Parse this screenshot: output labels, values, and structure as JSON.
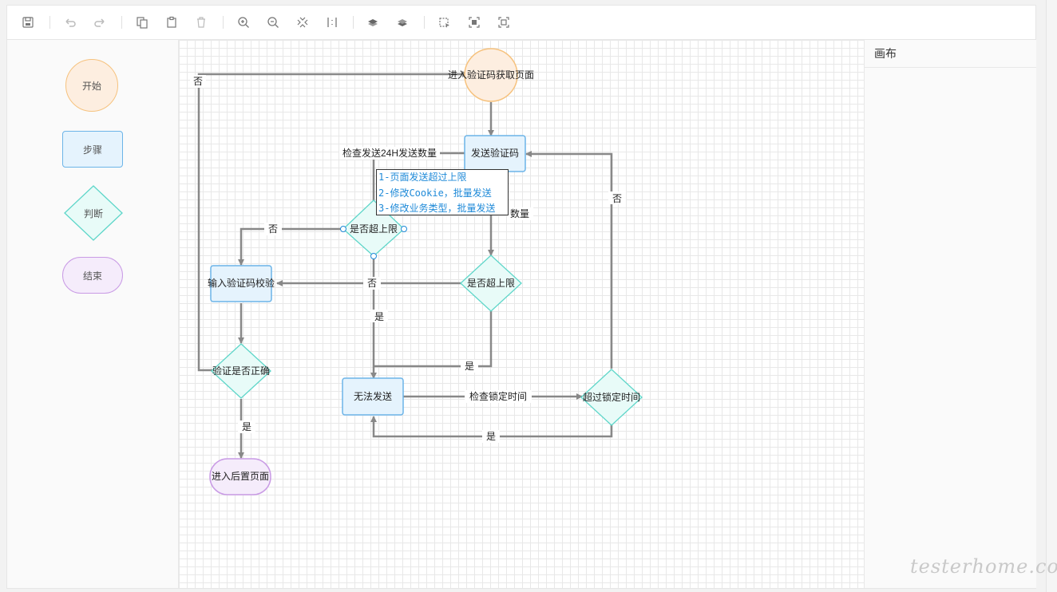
{
  "toolbar": {
    "icons": [
      "save-icon",
      "undo-icon",
      "redo-icon",
      "copy-icon",
      "paste-icon",
      "delete-icon",
      "zoom-in-icon",
      "zoom-out-icon",
      "fit-icon",
      "actual-size-icon",
      "bring-front-icon",
      "send-back-icon",
      "multi-select-icon",
      "add-group-icon",
      "ungroup-icon"
    ]
  },
  "palette": {
    "start": "开始",
    "step": "步骤",
    "decision": "判断",
    "end": "结束"
  },
  "properties": {
    "title": "画布"
  },
  "flow": {
    "nodes": {
      "enter_page": "进入验证码获取页面",
      "send_code": "发送验证码",
      "over_limit_1": "是否超上限",
      "over_limit_2": "是否超上限",
      "input_verify": "输入验证码校验",
      "verify_correct": "验证是否正确",
      "enter_next": "进入后置页面",
      "cannot_send": "无法发送",
      "past_lock": "超过锁定时间"
    },
    "edge_labels": {
      "no_top": "否",
      "check_24h": "检查发送24H发送数量",
      "check_count_partial": "数量",
      "no_left": "否",
      "no_middle": "否",
      "yes_middle": "是",
      "yes_right": "是",
      "no_right": "否",
      "check_lock": "检查锁定时间",
      "yes_bottom": "是",
      "yes_verify": "是"
    },
    "tooltip": {
      "line1": "1-页面发送超过上限",
      "line2": "2-修改Cookie，批量发送",
      "line3": "3-修改业务类型，批量发送"
    }
  },
  "watermark": "testerhome.com",
  "colors": {
    "start_fill": "#fdeee0",
    "start_stroke": "#f6c27e",
    "step_fill": "#e5f3fd",
    "step_stroke": "#6cb4e8",
    "decision_fill": "#e8fbf8",
    "decision_stroke": "#5ed6c9",
    "end_fill": "#f5ecfb",
    "end_stroke": "#c99be5",
    "edge": "#888888",
    "tooltip_text": "#1f8ad8"
  }
}
